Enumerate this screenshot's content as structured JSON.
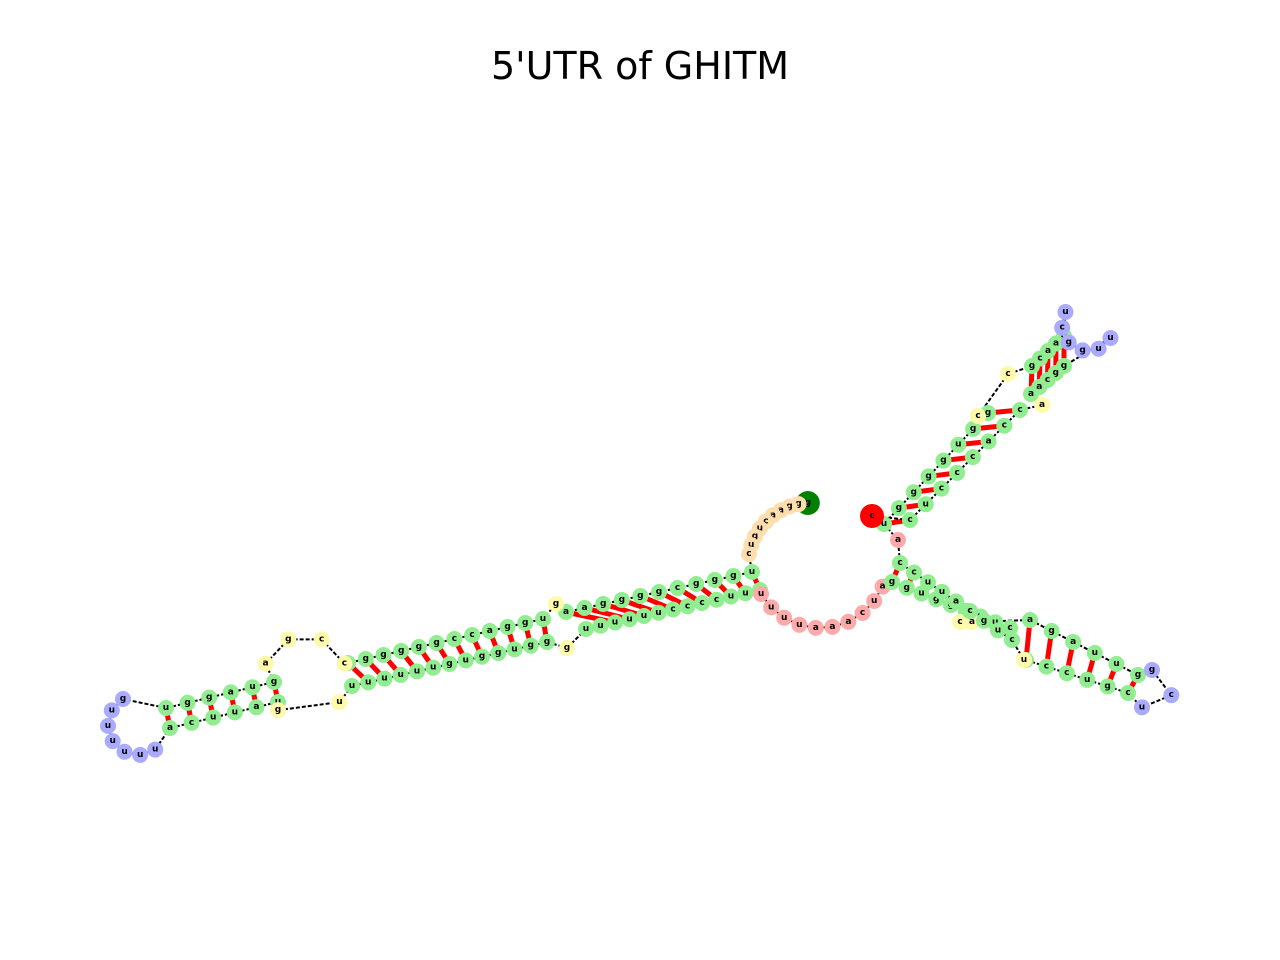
{
  "title": "5'UTR of GHITM",
  "colors": {
    "stem": "#90ee90",
    "hairpin": "#aaaaff",
    "interior": "#fffaaa",
    "multiloop": "#ffaaaa",
    "exterior": "#ffdead",
    "start": "#008000",
    "end": "#ff0000",
    "backbone": "#000000",
    "pair": "#ff0000"
  },
  "diagram": {
    "strands": [
      {
        "name": "exterior-5prime",
        "kind": "exterior",
        "bases": "gggaacuguc"
      },
      {
        "name": "stem1-left-5",
        "kind": "stem",
        "bases": "ugggcggggaa"
      },
      {
        "name": "interior1-left",
        "kind": "interior",
        "bases": "g"
      },
      {
        "name": "stem1-left-3",
        "kind": "stem",
        "bases": "uggaccggggga"
      },
      {
        "name": "interior2-left",
        "kind": "interior",
        "bases": "ccga"
      },
      {
        "name": "stem2-left",
        "kind": "stem",
        "bases": "guaggu"
      },
      {
        "name": "hairpin-left",
        "kind": "hairpin",
        "bases": "guuuuuu"
      },
      {
        "name": "stem2-right",
        "kind": "stem",
        "bases": "acuuau"
      },
      {
        "name": "interior2-right",
        "kind": "interior",
        "bases": "gu"
      },
      {
        "name": "stem1-right-5",
        "kind": "stem",
        "bases": "uuuuuuguggugg"
      },
      {
        "name": "interior1-right",
        "kind": "interior",
        "bases": "g"
      },
      {
        "name": "stem1-right-3",
        "kind": "stem",
        "bases": "uuuuuuccccuuu"
      },
      {
        "name": "multiloop-a",
        "kind": "multiloop",
        "bases": "uuuuaaacua"
      },
      {
        "name": "stem3-left",
        "kind": "stem",
        "bases": "ggugguuuc"
      },
      {
        "name": "interior3-left",
        "kind": "interior",
        "bases": "ca"
      },
      {
        "name": "stem4-left",
        "kind": "stem",
        "bases": "agauug"
      },
      {
        "name": "hairpin-right-low",
        "kind": "hairpin",
        "bases": "gcu"
      },
      {
        "name": "stem4-right",
        "kind": "stem",
        "bases": "cguccu"
      },
      {
        "name": "interior3-right",
        "kind": "interior",
        "bases": "au"
      },
      {
        "name": "stem3-right",
        "kind": "stem",
        "bases": "cugcauucc"
      },
      {
        "name": "multiloop-b",
        "kind": "multiloop",
        "bases": "a"
      },
      {
        "name": "stem5-left",
        "kind": "stem",
        "bases": "uggggugg"
      },
      {
        "name": "interior5-left",
        "kind": "interior",
        "bases": "cc"
      },
      {
        "name": "stem6-left",
        "kind": "stem",
        "bases": "gcaag"
      },
      {
        "name": "hairpin-right-high",
        "kind": "hairpin",
        "bases": "ucgguu"
      },
      {
        "name": "stem6-right",
        "kind": "stem",
        "bases": "ggcaa"
      },
      {
        "name": "interior5-right",
        "kind": "interior",
        "bases": "a"
      },
      {
        "name": "stem5-right",
        "kind": "stem",
        "bases": "ccacccuc"
      },
      {
        "name": "exterior-3prime",
        "kind": "exterior",
        "bases": "c"
      }
    ]
  }
}
